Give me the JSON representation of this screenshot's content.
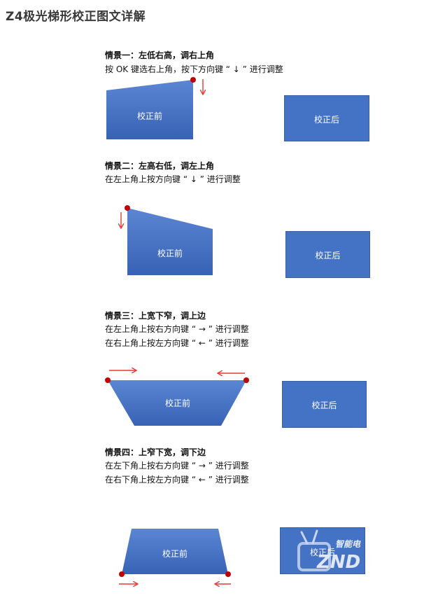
{
  "title": "Z4极光梯形校正图文详解",
  "colors": {
    "shape_fill": "#4472c4",
    "arrow": "#e53935",
    "corner_dot": "#c00000",
    "title_text": "#3a3a3a"
  },
  "scenes": [
    {
      "heading": "情景一：左低右高，调右上角",
      "instructions": [
        "按 OK 键选右上角，按下方向键 “ ↓ ” 进行调整"
      ],
      "before_label": "校正前",
      "after_label": "校正后"
    },
    {
      "heading": "情景二：左高右低，调左上角",
      "instructions": [
        "在左上角上按方向键 “ ↓ ” 进行调整"
      ],
      "before_label": "校正前",
      "after_label": "校正后"
    },
    {
      "heading": "情景三：上宽下窄，调上边",
      "instructions": [
        "在左上角上按右方向键 “ → ” 进行调整",
        "在右上角上按左方向键 “ ← ” 进行调整"
      ],
      "before_label": "校正前",
      "after_label": "校正后"
    },
    {
      "heading": "情景四：上窄下宽，调下边",
      "instructions": [
        "在左下角上按右方向键 “ → ” 进行调整",
        "在右下角上按左方向键 “ ← ” 进行调整"
      ],
      "before_label": "校正前",
      "after_label": "校正后"
    }
  ],
  "watermark": {
    "text_top": "智能电",
    "text_bottom": "ZND"
  }
}
